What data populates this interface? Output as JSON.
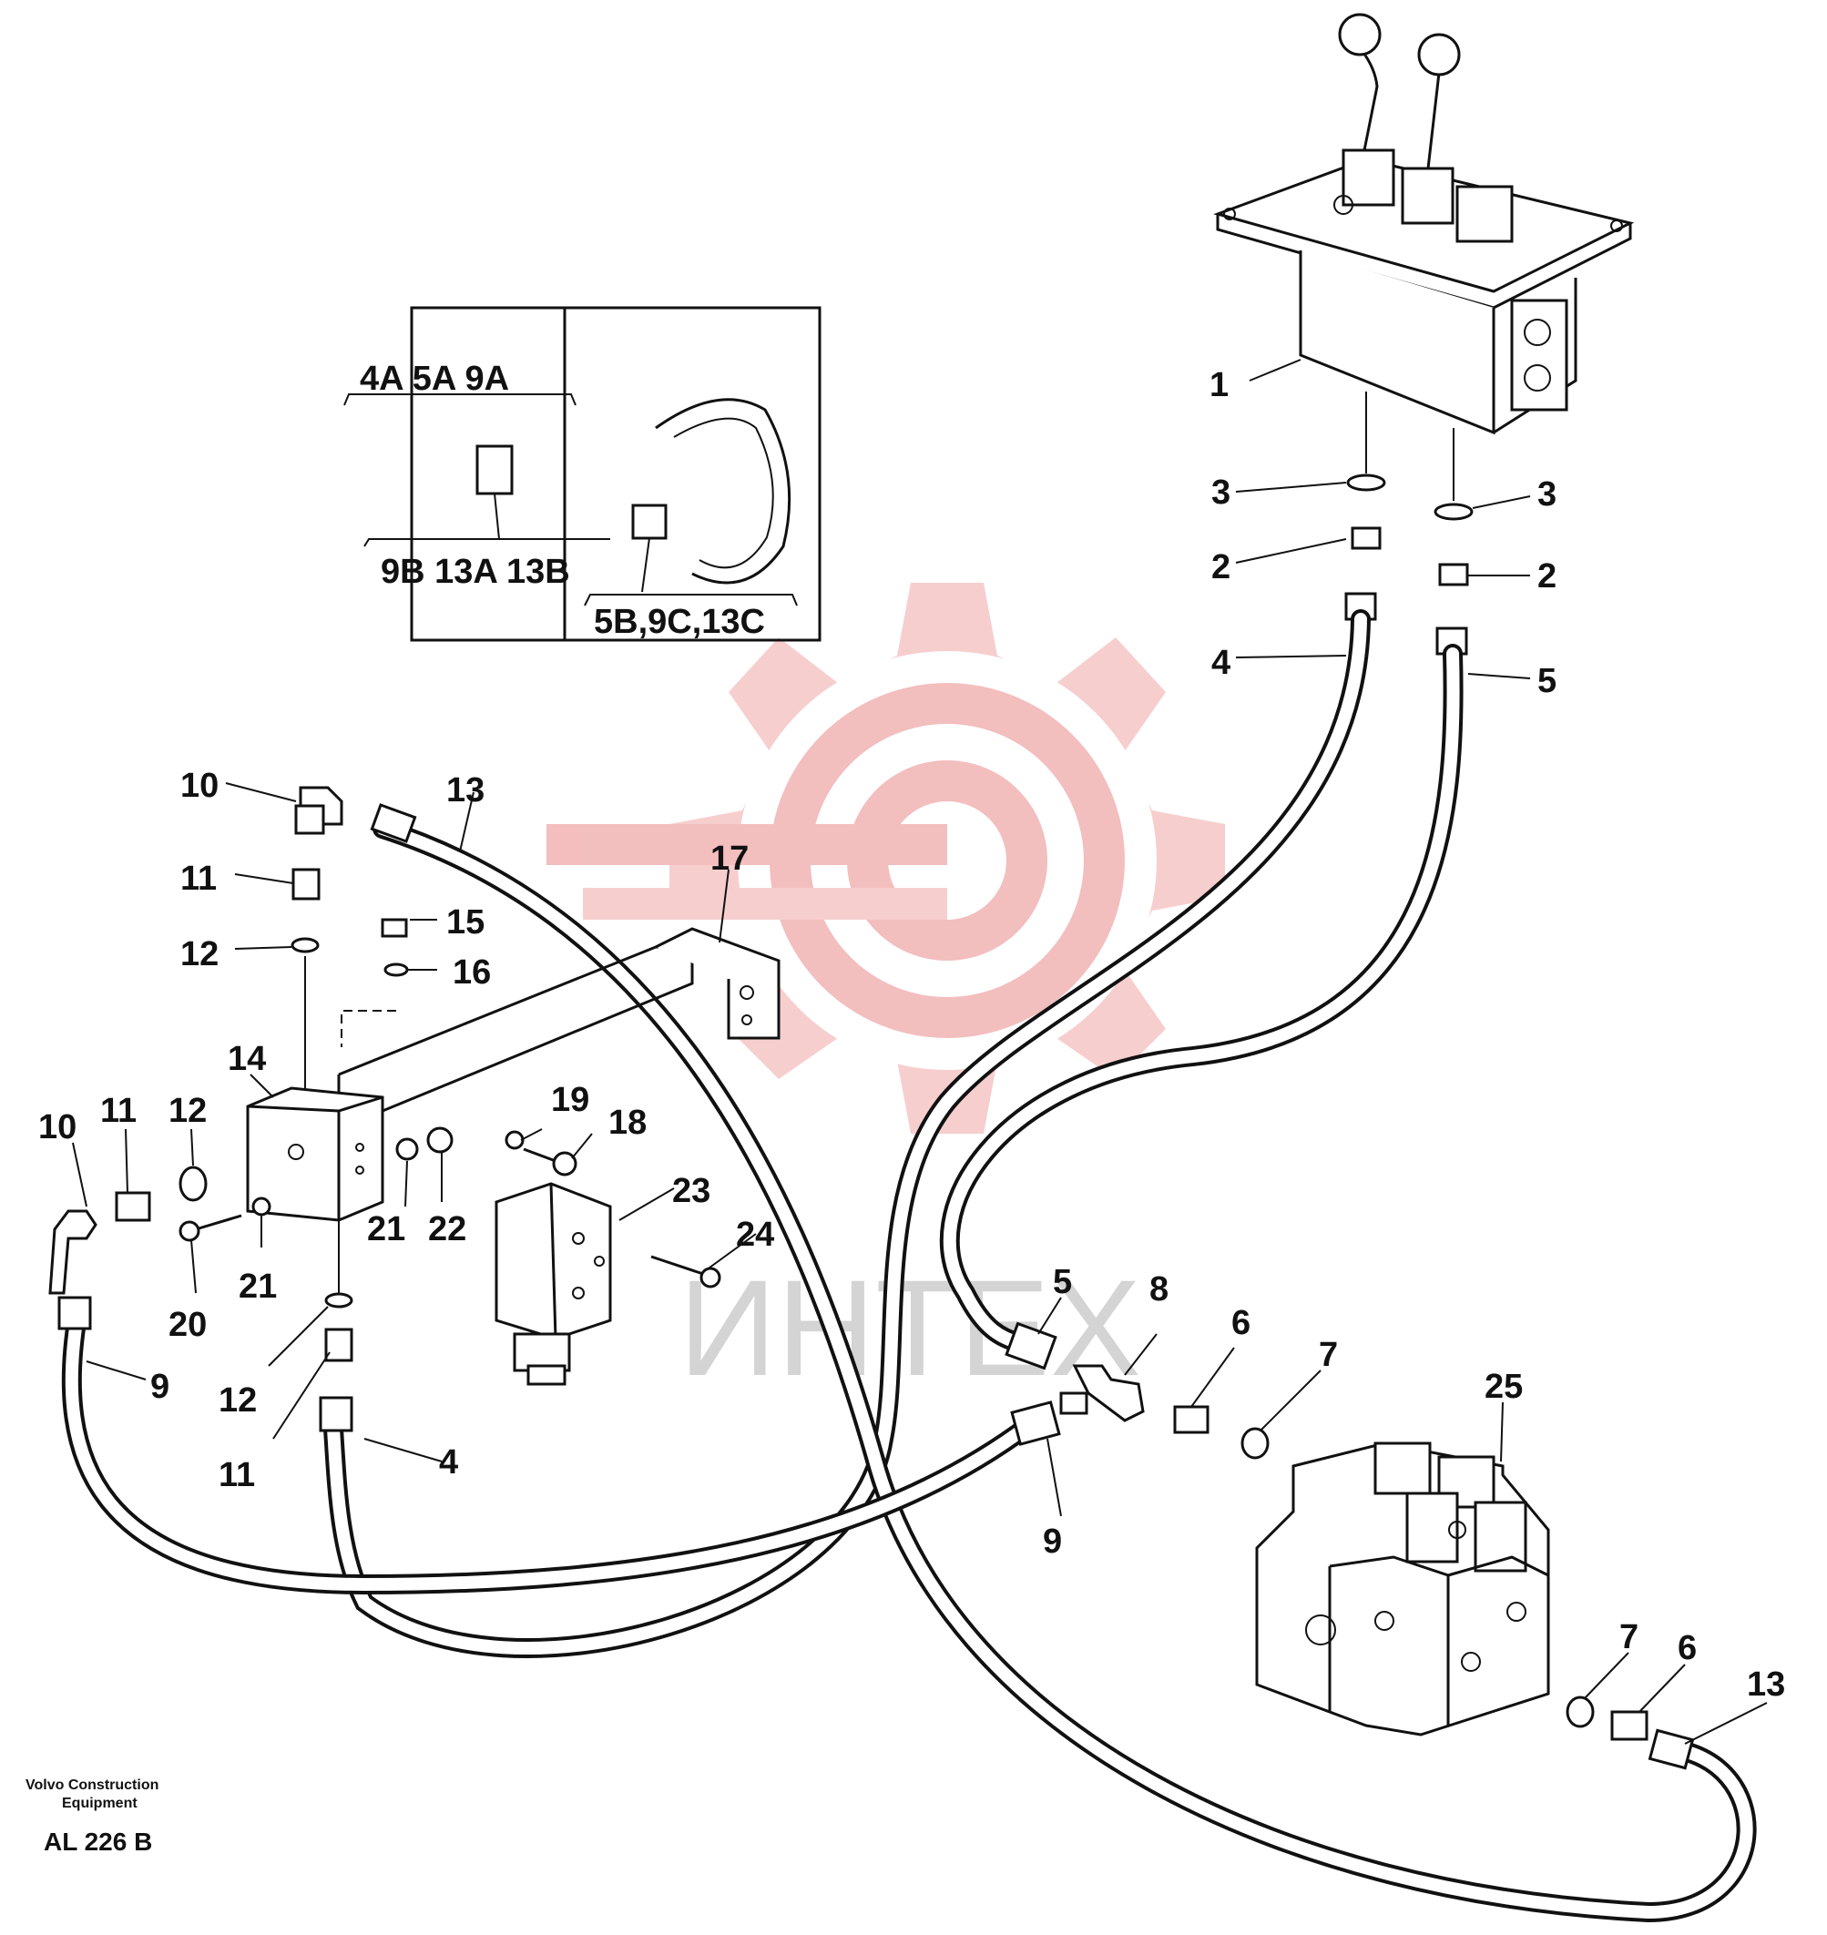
{
  "diagram": {
    "callouts": {
      "c1": "1",
      "c3a": "3",
      "c3b": "3",
      "c2a": "2",
      "c2b": "2",
      "c4a": "4",
      "c5a": "5",
      "c10a": "10",
      "c13a": "13",
      "c17": "17",
      "c11a": "11",
      "c15": "15",
      "c12a": "12",
      "c16": "16",
      "c14": "14",
      "c10b": "10",
      "c11b": "11",
      "c12b": "12",
      "c19": "19",
      "c18": "18",
      "c23": "23",
      "c24": "24",
      "c21a": "21",
      "c22": "22",
      "c21b": "21",
      "c20": "20",
      "c5b": "5",
      "c8": "8",
      "c6a": "6",
      "c7a": "7",
      "c25": "25",
      "c9a": "9",
      "c12c": "12",
      "c11c": "11",
      "c4b": "4",
      "c9b": "9",
      "c7b": "7",
      "c6b": "6",
      "c13b": "13"
    },
    "inset": {
      "top_left": "4A 5A 9A",
      "bottom_left": "9B 13A 13B",
      "bottom_right": "5B,9C,13C"
    }
  },
  "footer": {
    "brand_line1": "Volvo Construction",
    "brand_line2": "Equipment",
    "code": "AL 226 B"
  },
  "watermark": {
    "text": "ИНТЕХ",
    "color": "#f2b3b3"
  }
}
